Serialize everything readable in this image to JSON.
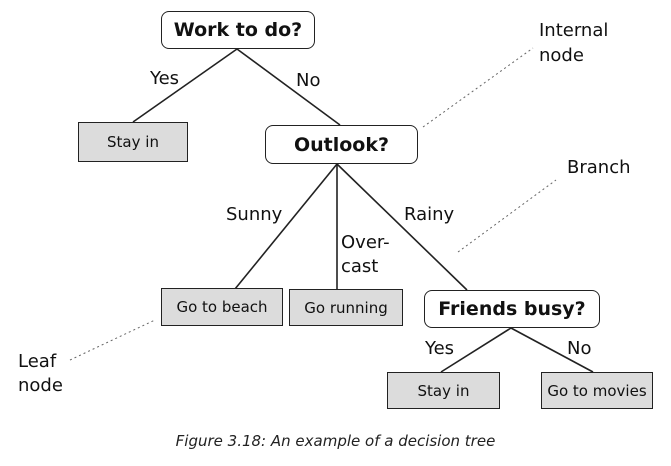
{
  "nodes": {
    "work": "Work to do?",
    "stay1": "Stay in",
    "outlook": "Outlook?",
    "beach": "Go to beach",
    "running": "Go running",
    "friends": "Friends busy?",
    "stay2": "Stay in",
    "movies": "Go to movies"
  },
  "edges": {
    "yes1": "Yes",
    "no1": "No",
    "sunny": "Sunny",
    "overcast_1": "Over-",
    "overcast_2": "cast",
    "rainy": "Rainy",
    "yes2": "Yes",
    "no2": "No"
  },
  "annotations": {
    "internal_1": "Internal",
    "internal_2": "node",
    "branch": "Branch",
    "leaf_1": "Leaf",
    "leaf_2": "node"
  },
  "caption": "Figure 3.18: An example of a decision tree",
  "colors": {
    "leaf_fill": "#dcdcdc",
    "line": "#222222"
  }
}
